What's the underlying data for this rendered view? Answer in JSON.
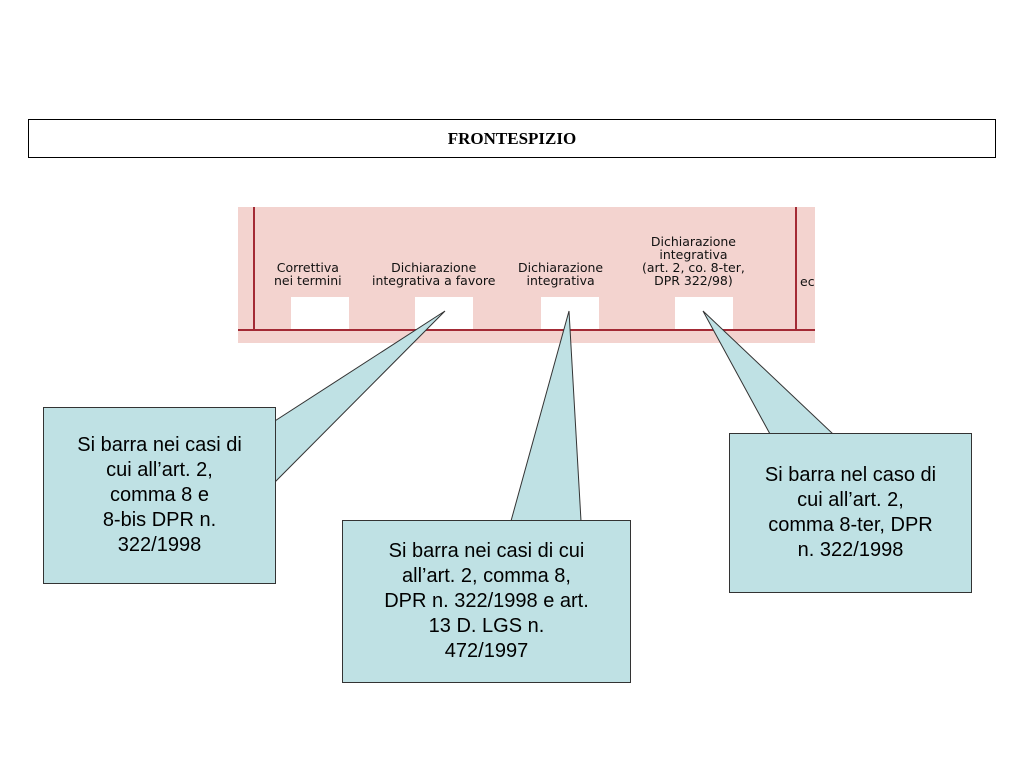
{
  "header": {
    "title": "FRONTESPIZIO"
  },
  "form_strip": {
    "labels": [
      "Correttiva\nnei termini",
      "Dichiarazione\nintegrativa a favore",
      "Dichiarazione\nintegrativa",
      "Dichiarazione\nintegrativa\n(art. 2, co. 8-ter,\nDPR 322/98)",
      "ec"
    ]
  },
  "callouts": {
    "left": "Si barra nei casi di\ncui all’art. 2,\ncomma 8 e\n8-bis DPR n.\n322/1998",
    "center": "Si barra nei casi di cui\nall’art. 2, comma 8,\nDPR n. 322/1998 e art.\n13 D. LGS  n.\n472/1997",
    "right": "Si barra nel caso di\ncui all’art. 2,\ncomma 8-ter, DPR\nn. 322/1998"
  },
  "colors": {
    "callout_fill": "#bfe1e4",
    "form_fill": "#f3d3cf",
    "form_line": "#a32a35"
  }
}
